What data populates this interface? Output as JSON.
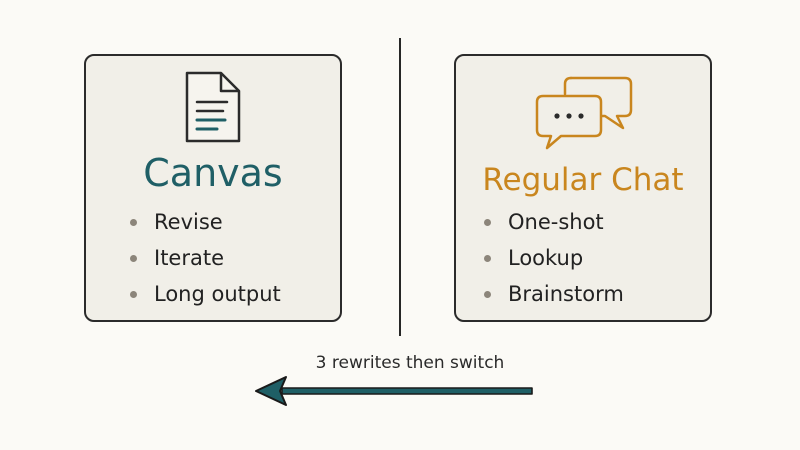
{
  "left_card": {
    "title": "Canvas",
    "icon": "document-icon",
    "accent_color": "#1f5f66",
    "bullets": [
      "Revise",
      "Iterate",
      "Long output"
    ]
  },
  "right_card": {
    "title": "Regular Chat",
    "icon": "chat-bubbles-icon",
    "accent_color": "#c9861e",
    "bullets": [
      "One-shot",
      "Lookup",
      "Brainstorm"
    ]
  },
  "transition": {
    "label": "3 rewrites then switch",
    "direction": "right-to-left",
    "arrow_color": "#1f5f66"
  }
}
